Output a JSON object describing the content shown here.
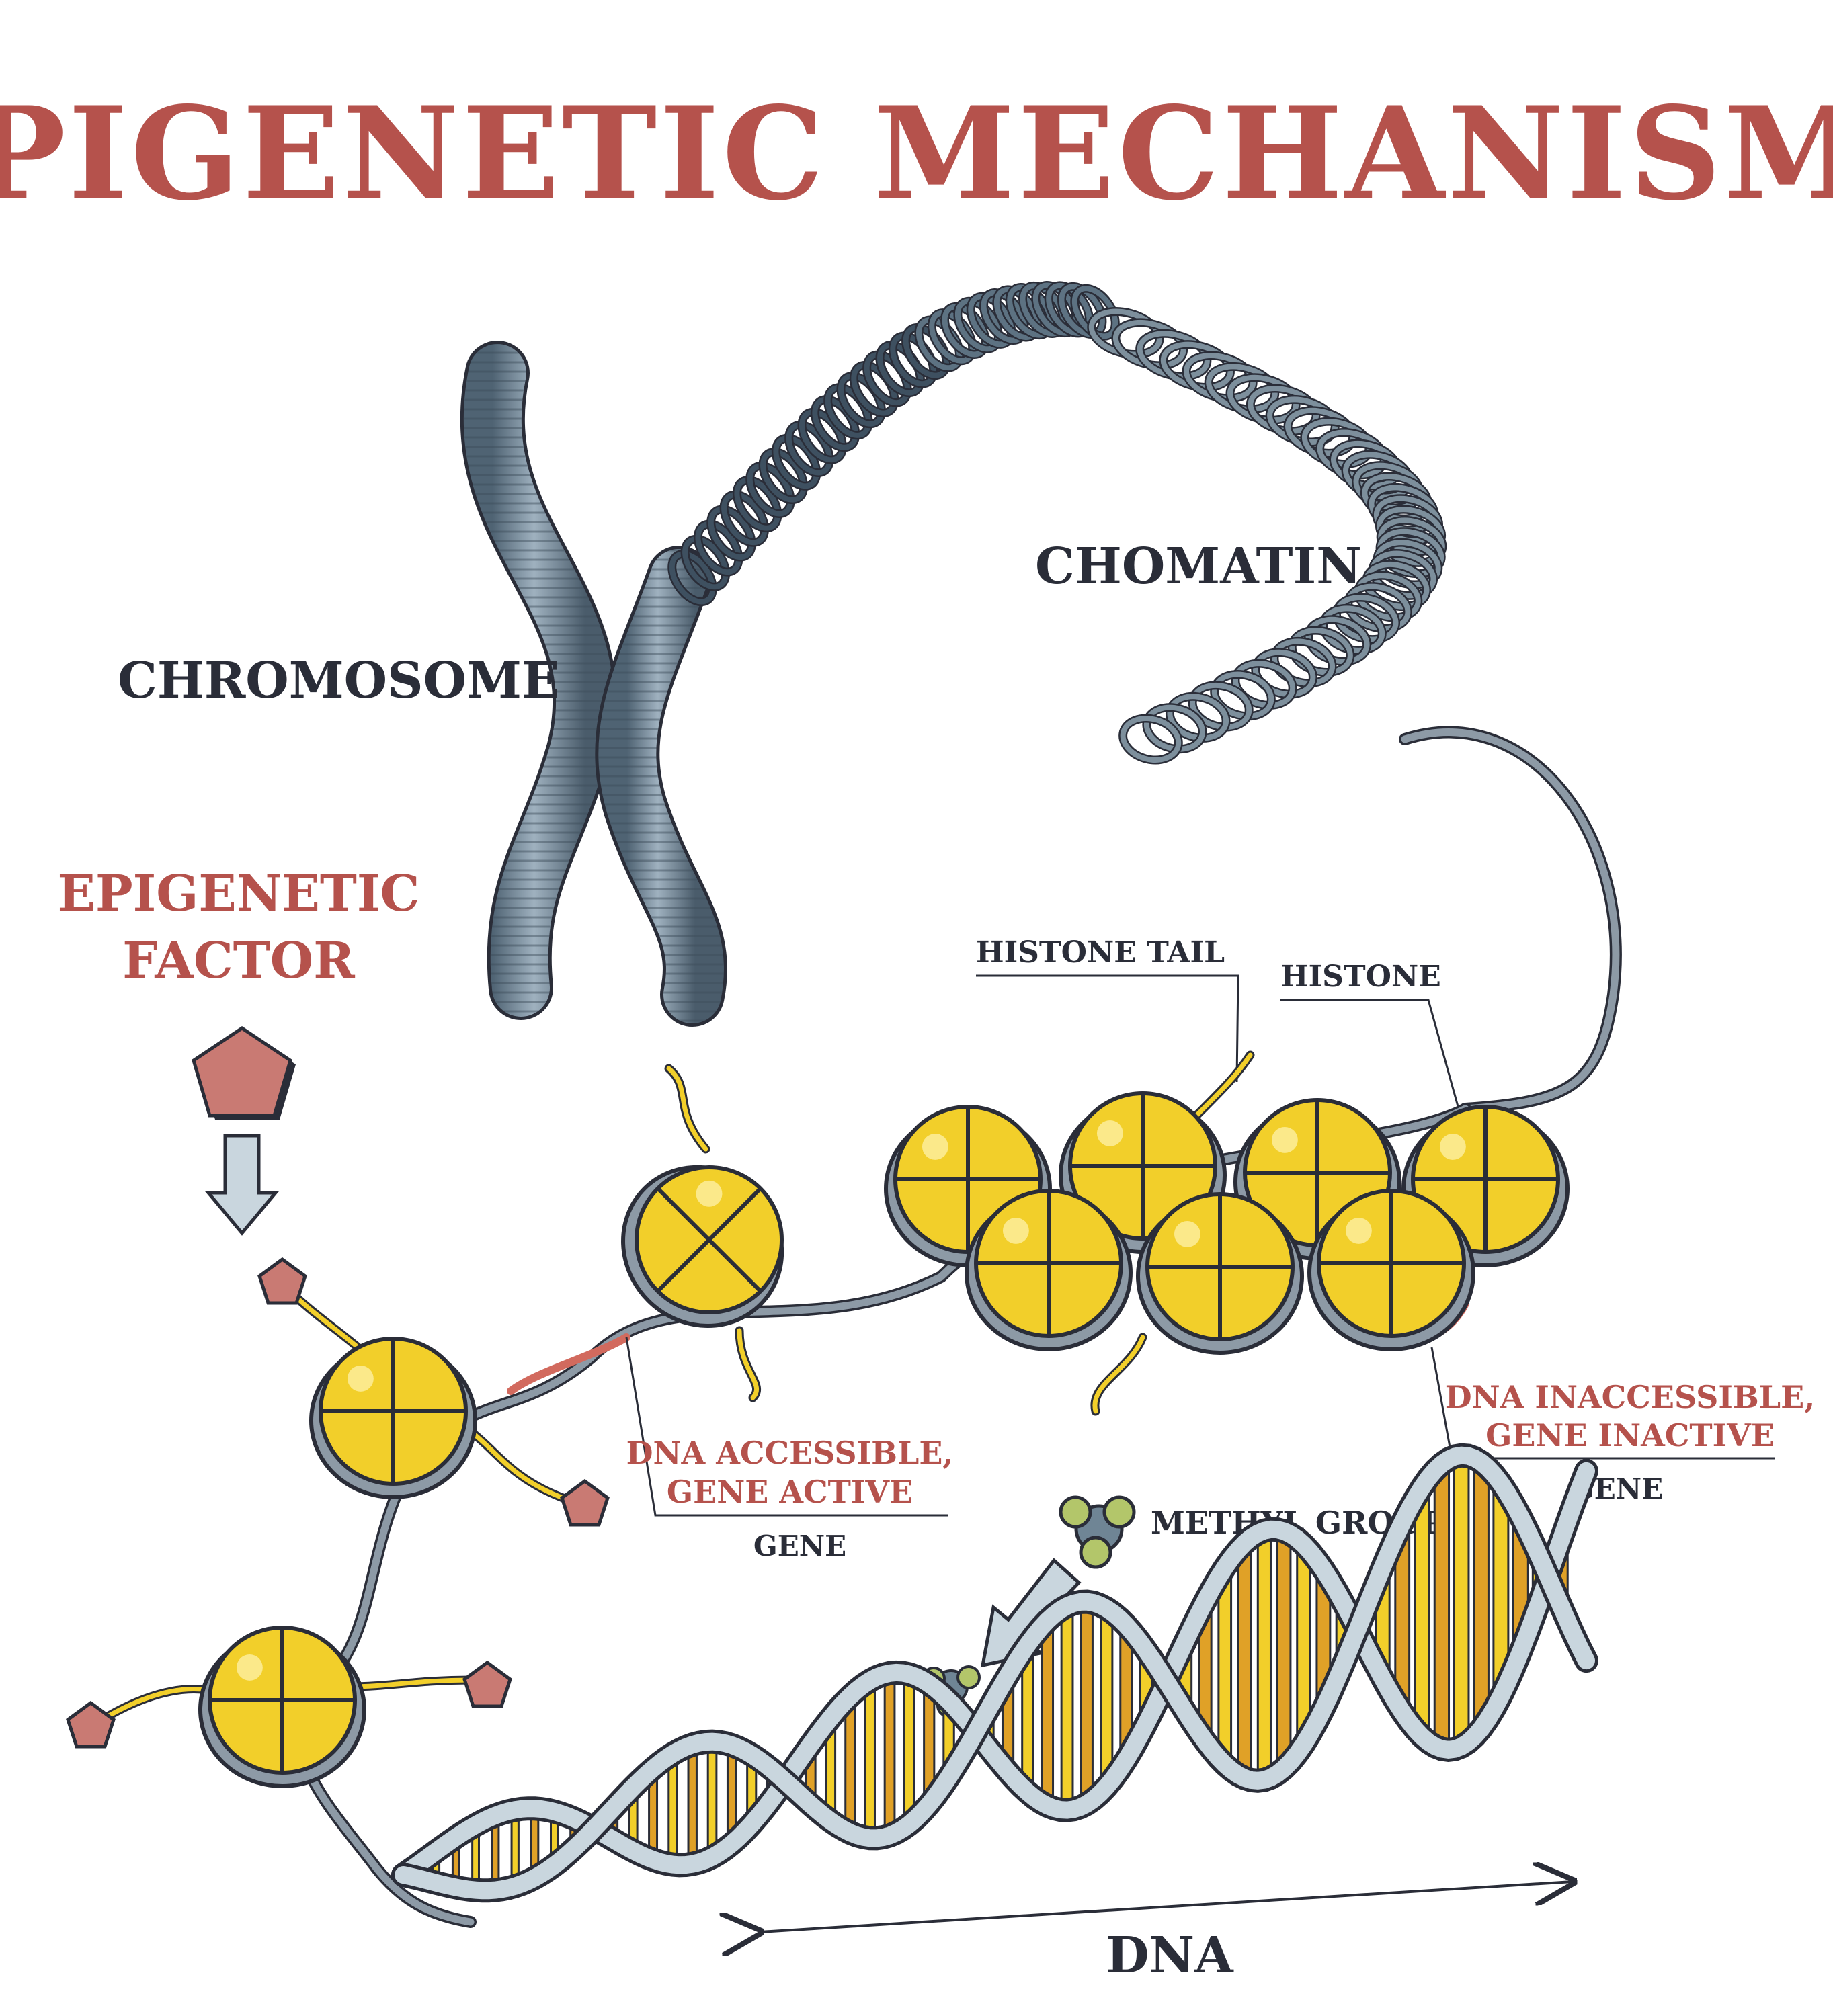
{
  "title": "EPIGENETIC MECHANISMS",
  "labels": {
    "chromosome": "CHROMOSOME",
    "chromatin": "CHOMATIN",
    "epigenetic_factor_line1": "EPIGENETIC",
    "epigenetic_factor_line2": "FACTOR",
    "histone_tail": "HISTONE TAIL",
    "histone": "HISTONE",
    "dna_accessible_line1": "DNA ACCESSIBLE,",
    "dna_accessible_line2": "GENE ACTIVE",
    "gene_active": "GENE",
    "dna_inaccessible_line1": "DNA INACCESSIBLE,",
    "dna_inaccessible_line2": "GENE INACTIVE",
    "gene_inactive": "GENE",
    "methyl_group": "METHYL GROUP",
    "dna": "DNA"
  },
  "colors": {
    "title_red": "#b5524c",
    "label_dark": "#2a2d38",
    "chromosome_steel": "#6f8595",
    "histone_yellow": "#f2cf2a",
    "dna_orange": "#e0a127",
    "methyl_green": "#b3c66a",
    "factor_pink": "#c97a73",
    "strand_gray": "#8d9aa6"
  },
  "icons": [
    "epigenetic-factor-pentagon-icon",
    "methyl-group-icon",
    "chromosome-icon",
    "histone-icon",
    "dna-helix-icon"
  ]
}
